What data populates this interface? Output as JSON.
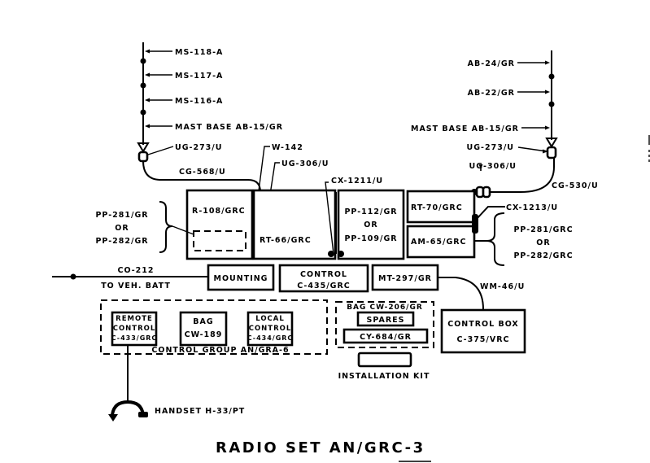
{
  "title": "RADIO SET AN/GRC-3",
  "left_antenna": {
    "mast_sections": [
      "MS-118-A",
      "MS-117-A",
      "MS-116-A"
    ],
    "mast_base": "MAST BASE AB-15/GR",
    "connector": "UG-273/U",
    "cable": "CG-568/U"
  },
  "right_antenna": {
    "mast_sections": [
      "AB-24/GR",
      "AB-22/GR"
    ],
    "mast_base": "MAST BASE AB-15/GR",
    "connector": "UG-273/U",
    "adapter": "UG-306/U",
    "cable": "CG-530/U"
  },
  "cables": {
    "w142": "W-142",
    "ug306_left": "UG-306/U",
    "cx1211": "CX-1211/U",
    "cx1213": "CX-1213/U",
    "co212": "CO-212",
    "co212_note": "TO VEH. BATT",
    "wm46": "WM-46/U"
  },
  "power_left": {
    "line1": "PP-281/GR",
    "line2": "OR",
    "line3": "PP-282/GR"
  },
  "power_right": {
    "line1": "PP-281/GRC",
    "line2": "OR",
    "line3": "PP-282/GRC"
  },
  "units": {
    "r108": "R-108/GRC",
    "rt66": "RT-66/GRC",
    "pp112": {
      "line1": "PP-112/GR",
      "line2": "OR",
      "line3": "PP-109/GR"
    },
    "rt70": "RT-70/GRC",
    "am65": "AM-65/GRC",
    "mounting": "MOUNTING",
    "control_c435": {
      "line1": "CONTROL",
      "line2": "C-435/GRC"
    },
    "mt297": "MT-297/GR",
    "control_box": {
      "line1": "CONTROL BOX",
      "line2": "C-375/VRC"
    }
  },
  "control_group": {
    "label": "CONTROL GROUP AN/GRA-6",
    "remote": {
      "line1": "REMOTE",
      "line2": "CONTROL",
      "line3": "C-433/GRC"
    },
    "bag": {
      "line1": "BAG",
      "line2": "CW-189"
    },
    "local": {
      "line1": "LOCAL",
      "line2": "CONTROL",
      "line3": "C-434/GRC"
    }
  },
  "bag_group": {
    "label": "BAG CW-206/GR",
    "spares": "SPARES",
    "cy684": "CY-684/GR"
  },
  "installation_kit": "INSTALLATION KIT",
  "handset": "HANDSET H-33/PT"
}
